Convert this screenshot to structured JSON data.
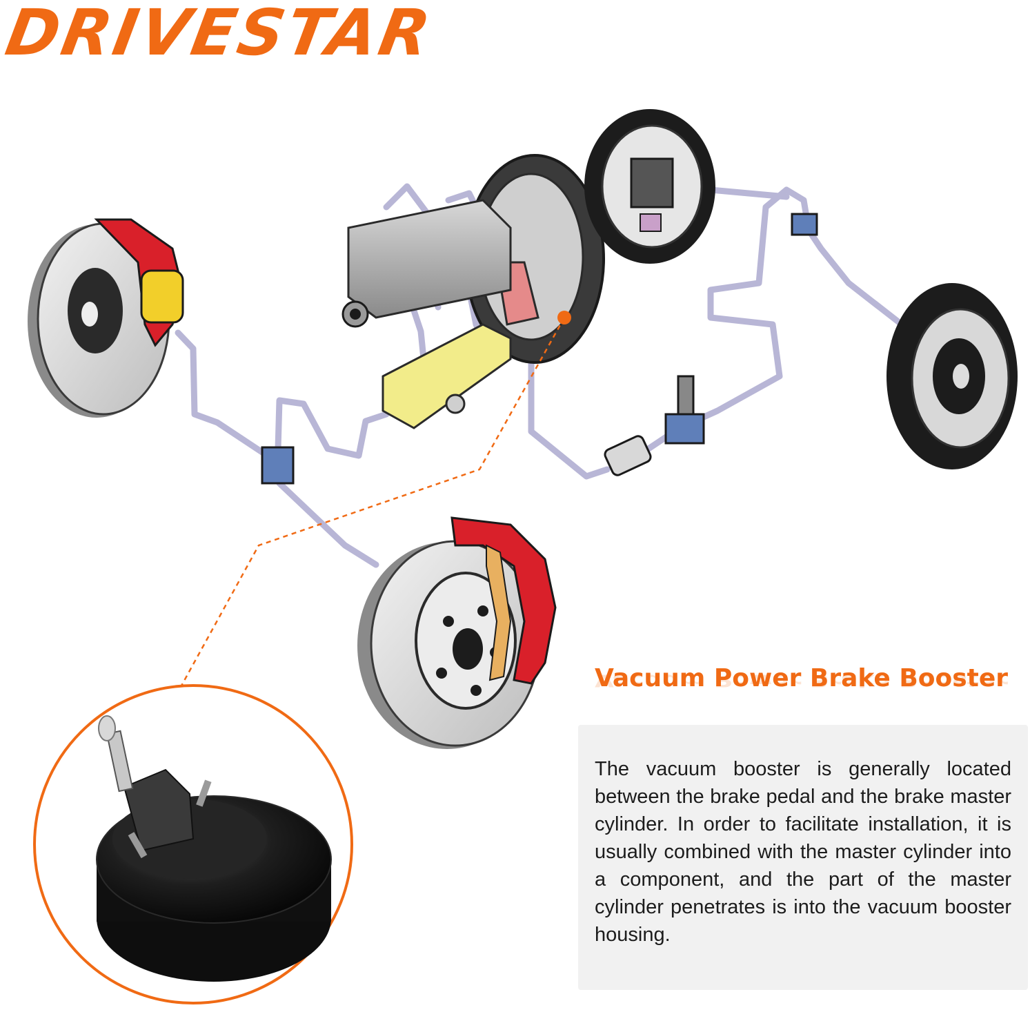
{
  "brand": {
    "name": "DRIVESTAR",
    "color": "#f06a14"
  },
  "feature": {
    "title": "Vacuum Power Brake Booster",
    "description": "The vacuum booster is generally located between the brake pedal and the brake master cylinder. In order to facilitate installation, it is usually combined with the master cylinder into a component, and the part of the master cylinder penetrates is into the vacuum booster housing."
  },
  "colors": {
    "accent": "#f06a14",
    "brake_line": "#b8b6d6",
    "caliper_red": "#d9202a",
    "caliper_yellow": "#f2cf2a",
    "block_blue": "#5f7fb9",
    "rotor_gray": "#d8d8d8",
    "booster_black": "#161616"
  },
  "icons": {
    "disc_brake_front_left": "disc-brake-rotor",
    "disc_brake_front_right": "disc-brake-rotor",
    "drum_brake_rear_left": "drum-brake-backing-plate",
    "drum_brake_rear_right": "drum-brake",
    "master_cylinder": "brake-master-cylinder",
    "vacuum_booster_photo": "vacuum-brake-booster"
  }
}
